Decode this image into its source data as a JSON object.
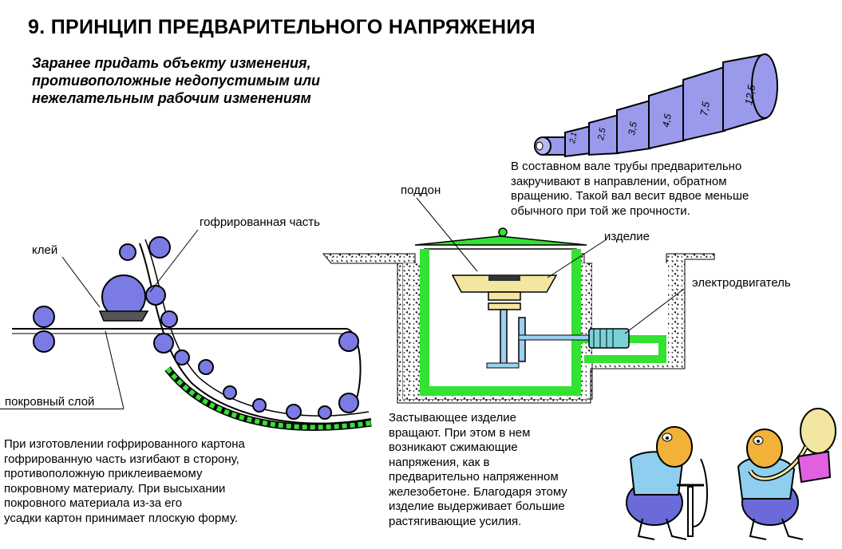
{
  "title": "9. ПРИНЦИП ПРЕДВАРИТЕЛЬНОГО НАПРЯЖЕНИЯ",
  "subtitle_lines": [
    "Заранее придать объекту изменения,",
    "противоположные недопустимым или",
    "нежелательным рабочим изменениям"
  ],
  "shaft": {
    "segment_marks": [
      "12,5",
      "7,5",
      "4,5",
      "3,5",
      "2,5",
      "2,1"
    ],
    "caption_lines": [
      "В составном вале трубы предварительно",
      "закручивают в направлении, обратном",
      "вращению. Такой вал весит вдвое меньше",
      "обычного при той же прочности."
    ]
  },
  "cardboard": {
    "label_glue": "клей",
    "label_corrugated": "гофрированная часть",
    "label_cover": "покровный слой",
    "caption_lines": [
      "При изготовлении гофрированного картона",
      "гофрированную часть изгибают в сторону,",
      "противоположную приклеиваемому",
      "покровному материалу. При высыхании",
      "покровного материала из-за его",
      "усадки картон принимает плоскую форму."
    ]
  },
  "casting": {
    "label_tray": "поддон",
    "label_product": "изделие",
    "label_motor": "электродвигатель",
    "caption_lines": [
      "Застывающее изделие",
      "вращают. При этом в нем",
      "возникают сжимающие",
      "напряжения, как в",
      "предварительно напряженном",
      "железобетоне. Благодаря этому",
      "изделие выдерживает большие",
      "растягивающие усилия."
    ]
  },
  "colors": {
    "roller": "#7b7be6",
    "frame": "#33e233",
    "tray": "#f2e6a0",
    "shaft": "#9a9aec",
    "motor": "#7ad1d6",
    "ground": "#222222",
    "shirt": "#8ecff0",
    "pants": "#6a6ad8",
    "skin": "#f2b23a",
    "book": "#e060e0"
  }
}
